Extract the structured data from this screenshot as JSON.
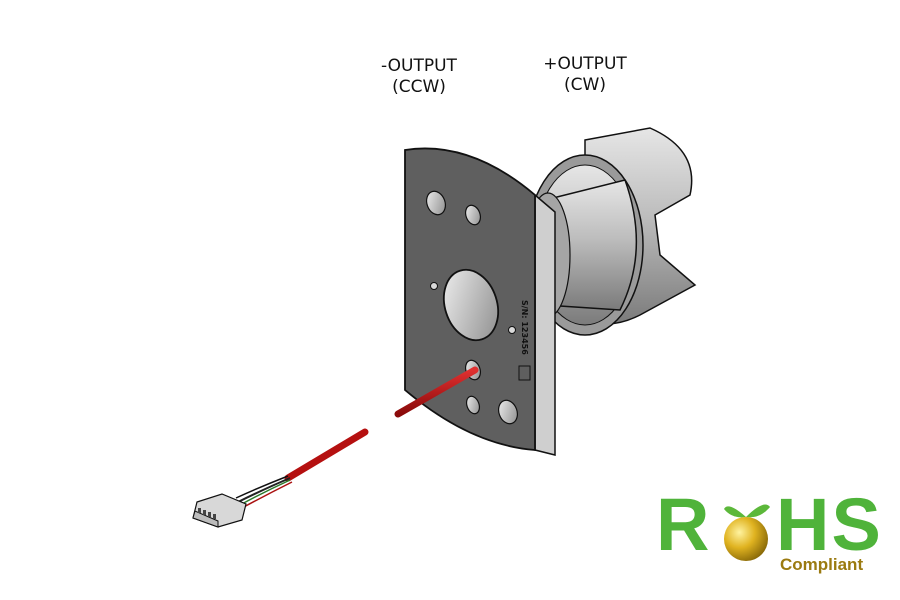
{
  "labels": {
    "negative_output": {
      "line1": "-OUTPUT",
      "line2": "(CCW)"
    },
    "positive_output": {
      "line1": "+OUTPUT",
      "line2": "(CW)"
    }
  },
  "plate": {
    "serial_text": "S/N: 123456"
  },
  "badge": {
    "main": "RoHS",
    "r": "R",
    "hs": "HS",
    "subtitle": "Compliant"
  },
  "colors": {
    "plate": "#5f5f5f",
    "plate_edge": "#c9c9c9",
    "cylinder": "#b8b8b8",
    "wire": "#c81414",
    "rohs_green": "#4fb33a",
    "rohs_gold": "#c9a219"
  }
}
